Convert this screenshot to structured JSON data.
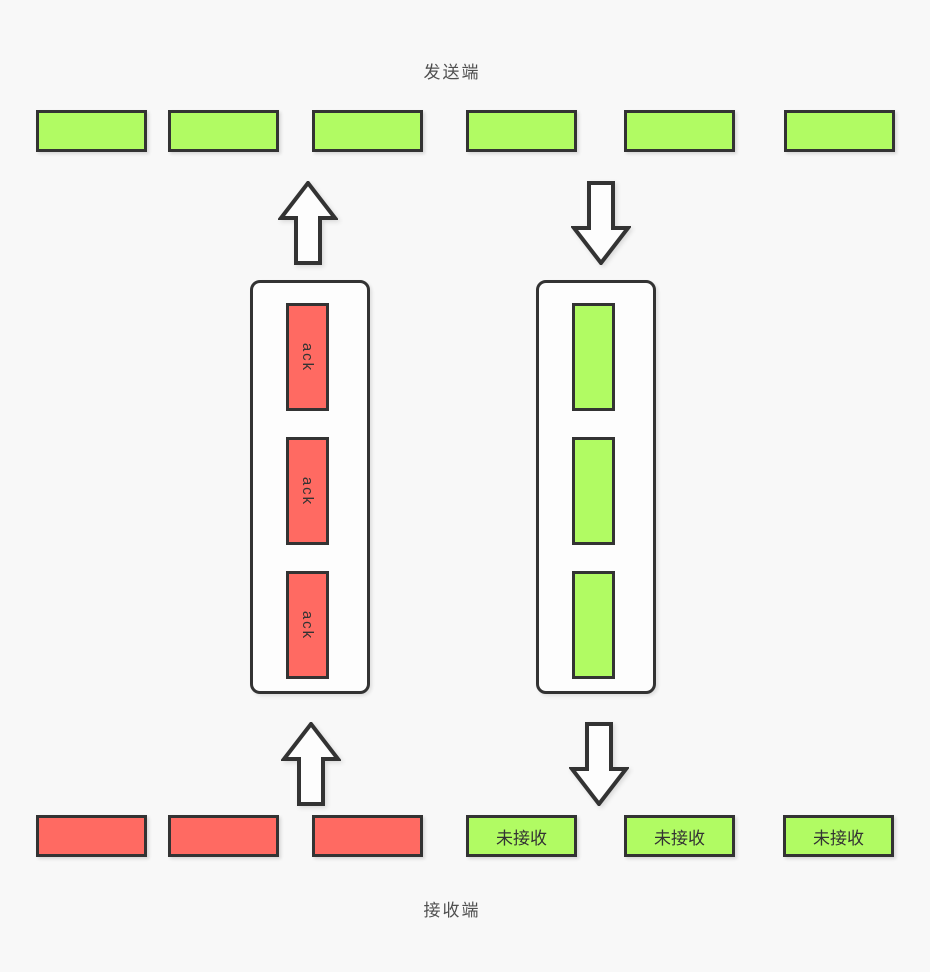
{
  "labels": {
    "sender": "发送端",
    "receiver": "接收端"
  },
  "ack_queue": {
    "items": [
      "ack",
      "ack",
      "ack"
    ]
  },
  "data_queue": {
    "item_count": 3
  },
  "sender_row": {
    "packet_count": 6
  },
  "receiver_row": {
    "received_count": 3,
    "pending_labels": [
      "未接收",
      "未接收",
      "未接收"
    ]
  },
  "arrows": {
    "top_left": "up",
    "top_right": "down",
    "bottom_left": "up",
    "bottom_right": "down"
  },
  "colors": {
    "background": "#f8f8f8",
    "stroke": "#333333",
    "green": "#b1fb63",
    "red": "#ff6a62",
    "container_fill": "#fdfdfd",
    "label_text": "#4f4f4f",
    "box_text": "#333333"
  }
}
